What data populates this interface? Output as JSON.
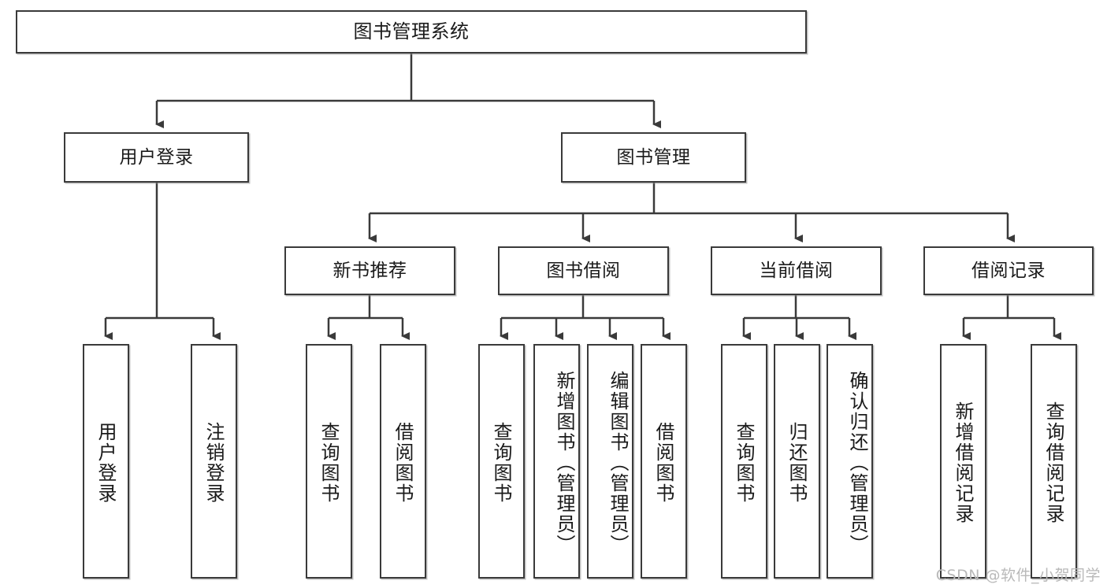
{
  "diagram": {
    "title_node": {
      "id": "root",
      "label": "图书管理系统"
    },
    "level2": [
      {
        "id": "user_login",
        "label": "用户登录"
      },
      {
        "id": "book_manage",
        "label": "图书管理"
      }
    ],
    "level3": [
      {
        "id": "new_book_rec",
        "label": "新书推荐"
      },
      {
        "id": "book_borrow",
        "label": "图书借阅"
      },
      {
        "id": "current_borrow",
        "label": "当前借阅"
      },
      {
        "id": "borrow_record",
        "label": "借阅记录"
      }
    ],
    "leaves": [
      {
        "id": "leaf_user_login",
        "label": "用户登录",
        "parent": "user_login"
      },
      {
        "id": "leaf_user_logout",
        "label": "注销登录",
        "parent": "user_login"
      },
      {
        "id": "leaf_query_book_1",
        "label": "查询图书",
        "parent": "new_book_rec"
      },
      {
        "id": "leaf_borrow_book_1",
        "label": "借阅图书",
        "parent": "new_book_rec"
      },
      {
        "id": "leaf_query_book_2",
        "label": "查询图书",
        "parent": "book_borrow"
      },
      {
        "id": "leaf_add_book",
        "label": "新增图书（管理员）",
        "parent": "book_borrow"
      },
      {
        "id": "leaf_edit_book",
        "label": "编辑图书（管理员）",
        "parent": "book_borrow"
      },
      {
        "id": "leaf_borrow_book_2",
        "label": "借阅图书",
        "parent": "book_borrow"
      },
      {
        "id": "leaf_query_book_3",
        "label": "查询图书",
        "parent": "current_borrow"
      },
      {
        "id": "leaf_return_book",
        "label": "归还图书",
        "parent": "current_borrow"
      },
      {
        "id": "leaf_confirm_return",
        "label": "确认归还（管理员）",
        "parent": "current_borrow"
      },
      {
        "id": "leaf_add_record",
        "label": "新增借阅记录",
        "parent": "borrow_record"
      },
      {
        "id": "leaf_query_record",
        "label": "查询借阅记录",
        "parent": "borrow_record"
      }
    ],
    "watermark": "CSDN @软件_小贺同学",
    "colors": {
      "stroke": "#3a3a3a",
      "background": "#ffffff",
      "text": "#1a1a1a",
      "watermark": "#b9b9b9"
    }
  }
}
